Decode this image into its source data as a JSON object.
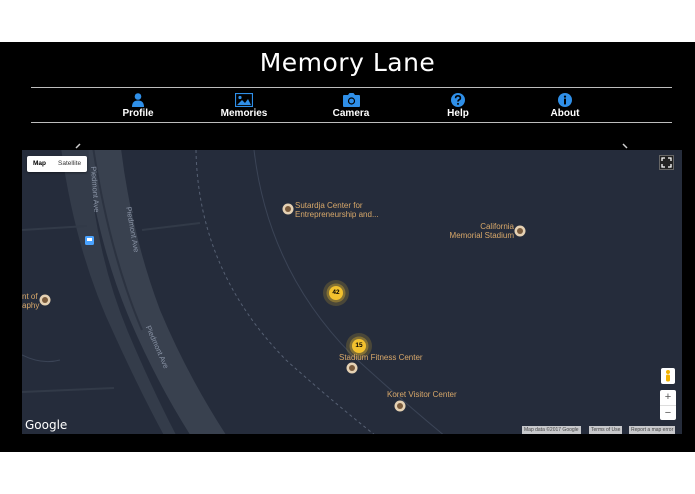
{
  "app": {
    "title": "Memory Lane"
  },
  "nav": {
    "items": [
      {
        "label": "Profile",
        "icon": "person-icon"
      },
      {
        "label": "Memories",
        "icon": "image-icon"
      },
      {
        "label": "Camera",
        "icon": "camera-icon"
      },
      {
        "label": "Help",
        "icon": "help-icon"
      },
      {
        "label": "About",
        "icon": "info-icon"
      }
    ]
  },
  "colors": {
    "background": "#000000",
    "nav_icon": "#2f8fe8",
    "map_bg": "#252c3b",
    "poi_text": "#d8a86a",
    "cluster": "#f2c12e"
  },
  "map": {
    "type_control": {
      "map": "Map",
      "satellite": "Satellite",
      "selected": "Map"
    },
    "roads": [
      "Piedmont Ave",
      "Piedmont Ave",
      "Piedmont Ave"
    ],
    "pois": [
      {
        "line1": "Sutardja Center for",
        "line2": "Entrepreneurship and..."
      },
      {
        "line1": "California",
        "line2": "Memorial Stadium"
      },
      {
        "line1": "nt of",
        "line2": "aphy"
      },
      {
        "line1": "Stadium Fitness Center",
        "line2": ""
      },
      {
        "line1": "Koret Visitor Center",
        "line2": ""
      }
    ],
    "clusters": [
      {
        "count": "42"
      },
      {
        "count": "15"
      }
    ],
    "zoom_in": "+",
    "zoom_out": "−",
    "logo": "Google",
    "attribution": {
      "data": "Map data ©2017 Google",
      "terms": "Terms of Use",
      "report": "Report a map error"
    }
  }
}
